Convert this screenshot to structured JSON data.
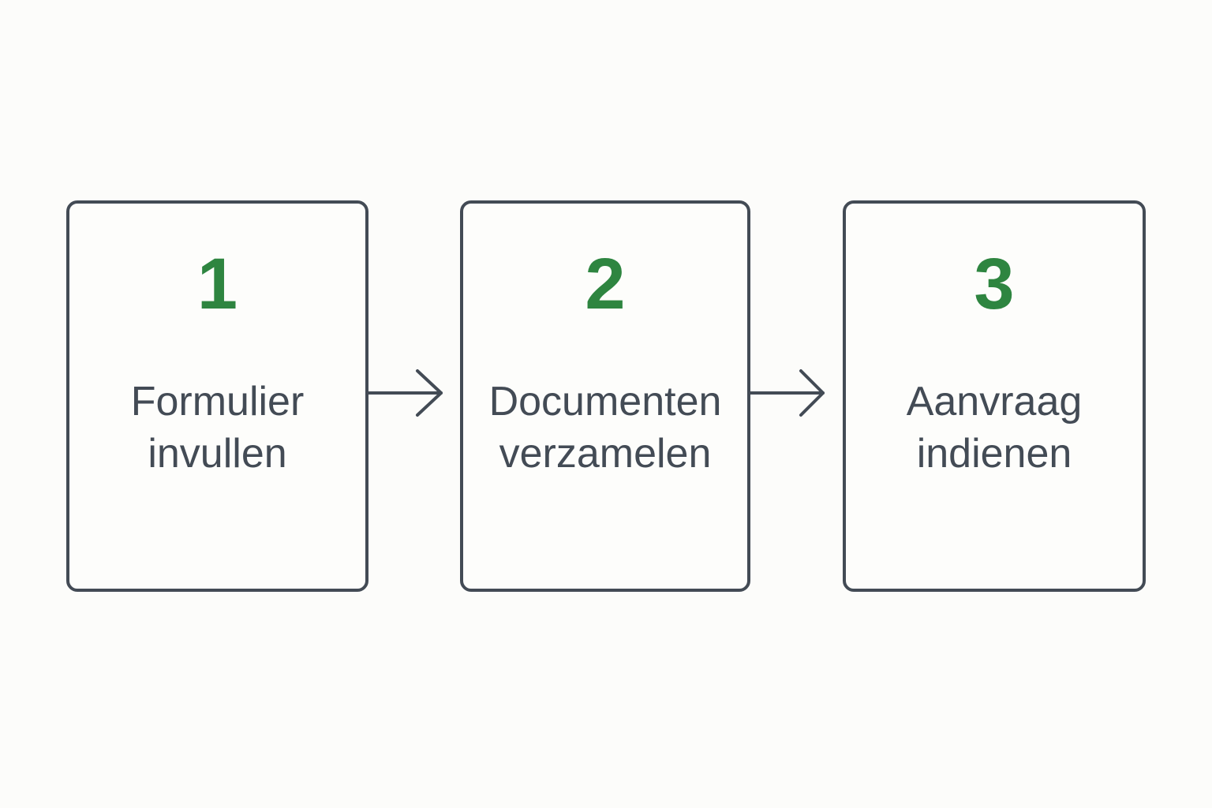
{
  "steps": [
    {
      "number": "1",
      "line1": "Formulier",
      "line2": "invullen"
    },
    {
      "number": "2",
      "line1": "Documenten",
      "line2": "verzamelen"
    },
    {
      "number": "3",
      "line1": "Aanvraag",
      "line2": "indienen"
    }
  ],
  "colors": {
    "accent": "#2e8540",
    "stroke": "#434b55",
    "background": "#fcfcfa"
  },
  "icons": {
    "connector": "arrow-right-icon"
  }
}
